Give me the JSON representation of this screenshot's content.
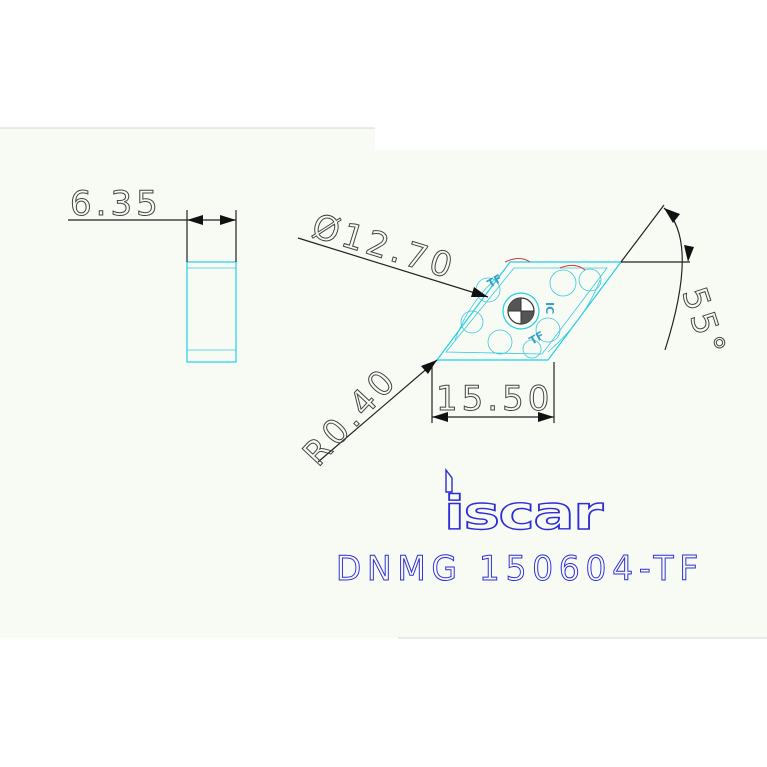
{
  "drawing": {
    "thickness_label": "6.35",
    "inscribed_circle_label": "Ø12.70",
    "length_label": "15.50",
    "corner_radius_label": "R0.40",
    "angle_label": "55°",
    "part_number": "DNMG 150604-TF",
    "logo_text": "iscar",
    "insert_markings": [
      "TF",
      "IC",
      "TF"
    ],
    "colors": {
      "background": "#f8fbf4",
      "dimension": "#222222",
      "insert_outline": "#1fd0e6",
      "part_number": "#2c2cd8",
      "accent_red": "#d23a3a"
    }
  }
}
